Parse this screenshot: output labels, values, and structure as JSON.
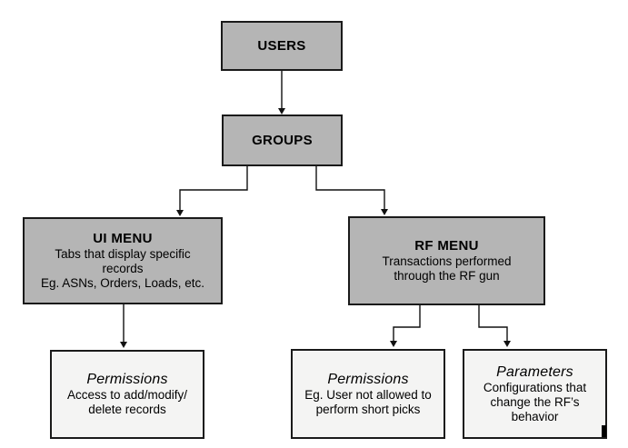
{
  "diagram": {
    "background": "#ffffff",
    "colors": {
      "menu_box_fill": "#b5b5b5",
      "leaf_box_fill": "#f4f4f3",
      "box_border": "#1a1a1a",
      "connector": "#111111",
      "text": "#000000"
    },
    "nodes": {
      "users": {
        "title": "USERS"
      },
      "groups": {
        "title": "GROUPS"
      },
      "ui_menu": {
        "title": "UI MENU",
        "body": "Tabs that display specific\nrecords\nEg. ASNs, Orders, Loads, etc."
      },
      "rf_menu": {
        "title": "RF MENU",
        "body": "Transactions performed\nthrough the RF gun"
      },
      "ui_permissions": {
        "title": "Permissions",
        "body": "Access to add/modify/\ndelete records"
      },
      "rf_permissions": {
        "title": "Permissions",
        "body": "Eg. User not allowed to\nperform short picks"
      },
      "rf_parameters": {
        "title": "Parameters",
        "body": "Configurations that\nchange the RF’s\nbehavior"
      }
    }
  }
}
